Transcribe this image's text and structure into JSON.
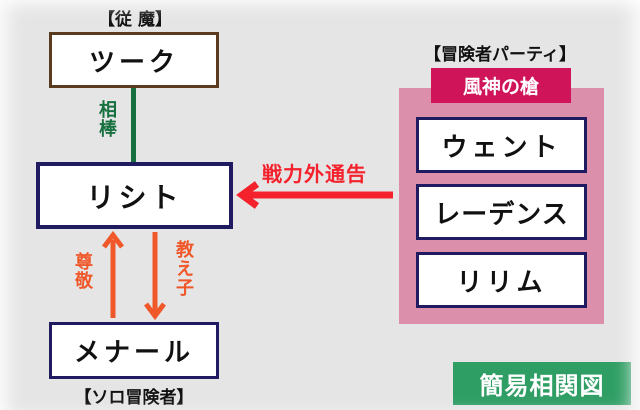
{
  "diagram": {
    "badge": "簡易相関図",
    "colors": {
      "background": "#e5e5e5",
      "familiar_border": "#5b3b1f",
      "character_border": "#201a60",
      "partner_line": "#17703f",
      "respect_arrow": "#f0582a",
      "dismissal_arrow": "#f4222c",
      "party_panel": "#dc8fab",
      "party_tab": "#d0145a",
      "badge": "#2f9e64"
    },
    "familiar": {
      "caption": "【従 魔】",
      "name": "ツーク"
    },
    "main": {
      "name": "リシト"
    },
    "solo": {
      "caption": "【ソロ冒険者】",
      "name": "メナール"
    },
    "party": {
      "caption": "【冒険者パーティ】",
      "team_name": "風神の槍",
      "members": [
        "ウェント",
        "レーデンス",
        "リリム"
      ]
    },
    "relations": {
      "partner": "相棒",
      "respect": "尊敬",
      "pupil": "教え子",
      "dismissal": "戦力外通告"
    }
  }
}
